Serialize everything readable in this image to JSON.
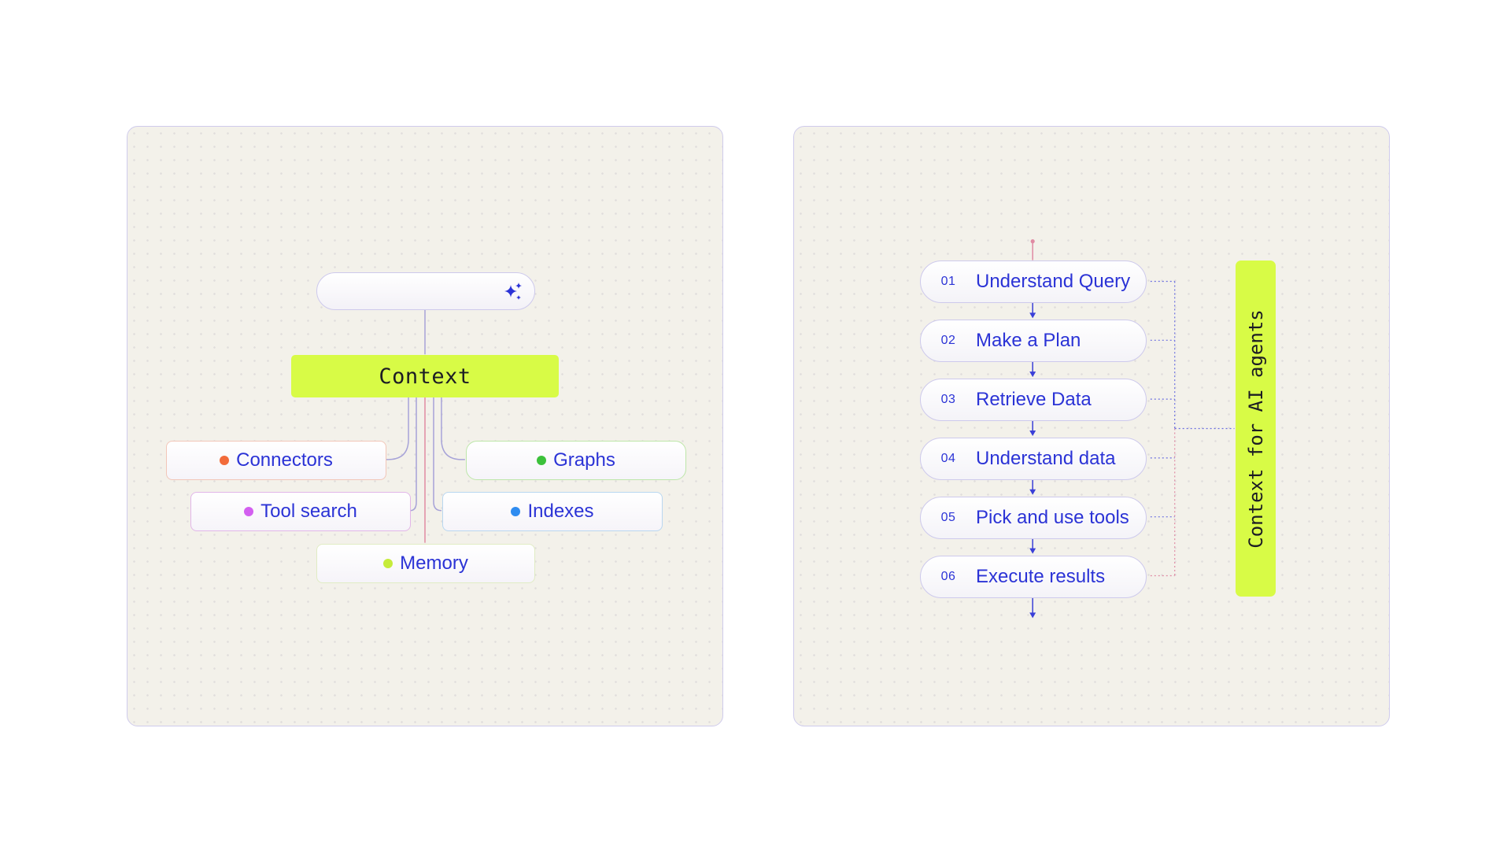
{
  "left_panel": {
    "context_label": "Context",
    "search_icon": "sparkle-icon",
    "nodes": [
      {
        "label": "Connectors",
        "dot_color": "#f26b3a"
      },
      {
        "label": "Graphs",
        "dot_color": "#3cc13b"
      },
      {
        "label": "Tool search",
        "dot_color": "#d35ff0"
      },
      {
        "label": "Indexes",
        "dot_color": "#2f8cf0"
      },
      {
        "label": "Memory",
        "dot_color": "#c6ec3a"
      }
    ]
  },
  "right_panel": {
    "steps": [
      {
        "number": "01",
        "label": "Understand Query"
      },
      {
        "number": "02",
        "label": "Make a Plan"
      },
      {
        "number": "03",
        "label": "Retrieve Data"
      },
      {
        "number": "04",
        "label": "Understand data"
      },
      {
        "number": "05",
        "label": "Pick and use tools"
      },
      {
        "number": "06",
        "label": "Execute results"
      }
    ],
    "side_label": "Context for AI agents"
  },
  "colors": {
    "accent": "#d8fb46",
    "text_blue": "#2b33d6",
    "panel_bg": "#f3f1ea",
    "panel_border": "#cfcbec"
  }
}
